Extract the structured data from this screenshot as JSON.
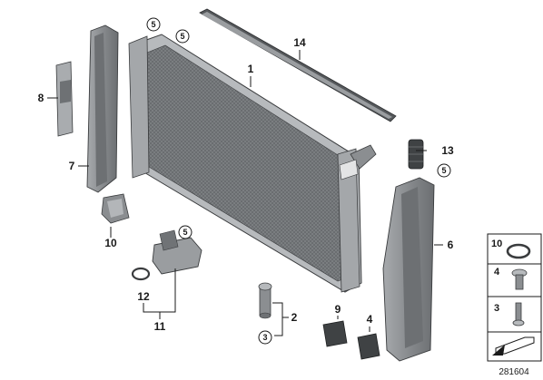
{
  "callouts": {
    "c1": "1",
    "c2": "2",
    "c3": "3",
    "c4": "4",
    "c5": "5",
    "c6": "6",
    "c7": "7",
    "c8": "8",
    "c9": "9",
    "c10": "10",
    "c11": "11",
    "c12": "12",
    "c13": "13",
    "c14": "14"
  },
  "legend": {
    "l10": "10",
    "l4": "4",
    "l3": "3"
  },
  "doc_number": "281604",
  "colors": {
    "part_fill": "#8e9194",
    "part_dark": "#55585b",
    "part_light": "#c9cbcd",
    "line": "#1a1a1a"
  }
}
